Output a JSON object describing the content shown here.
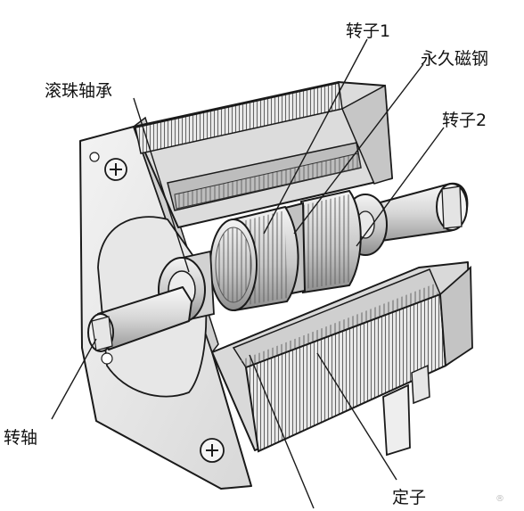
{
  "labels": {
    "rotor1": "转子1",
    "permanent_magnet": "永久磁钢",
    "ball_bearing": "滚珠轴承",
    "rotor2": "转子2",
    "shaft": "转轴",
    "stator": "定子"
  },
  "watermark": "®",
  "colors": {
    "line": "#1a1a1a",
    "body_light": "#efefef",
    "body_mid": "#dcdcdc",
    "body_dark": "#b9b9b9",
    "background": "#ffffff"
  }
}
